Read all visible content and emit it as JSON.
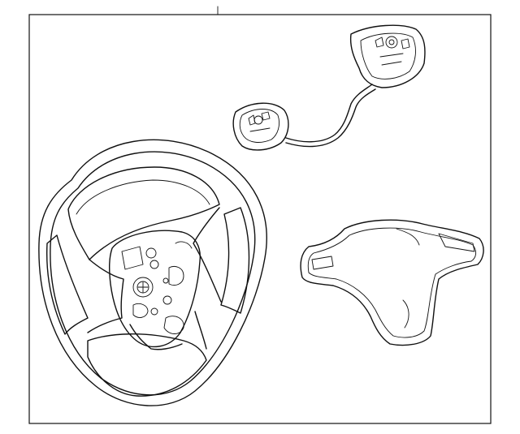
{
  "diagram": {
    "parts": [
      {
        "name": "steering-wheel"
      },
      {
        "name": "wheel-switch-assembly"
      },
      {
        "name": "trim-cover"
      }
    ]
  }
}
